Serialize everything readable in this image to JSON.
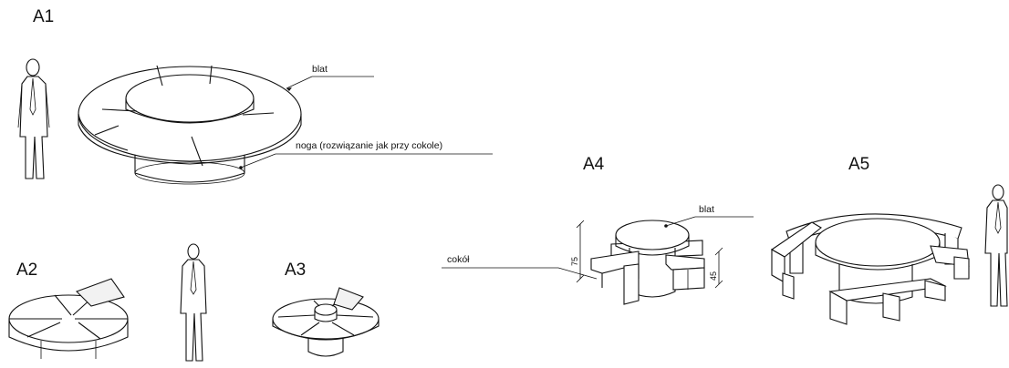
{
  "labels": {
    "a1": "A1",
    "a2": "A2",
    "a3": "A3",
    "a4": "A4",
    "a5": "A5"
  },
  "callouts": {
    "a1_top": "blat",
    "a1_leg": "noga (rozwiązanie jak przy cokole)",
    "a4_top": "blat",
    "a4_base": "cokół"
  },
  "dimensions": {
    "a4_height_1": "75",
    "a4_height_2": "45"
  }
}
